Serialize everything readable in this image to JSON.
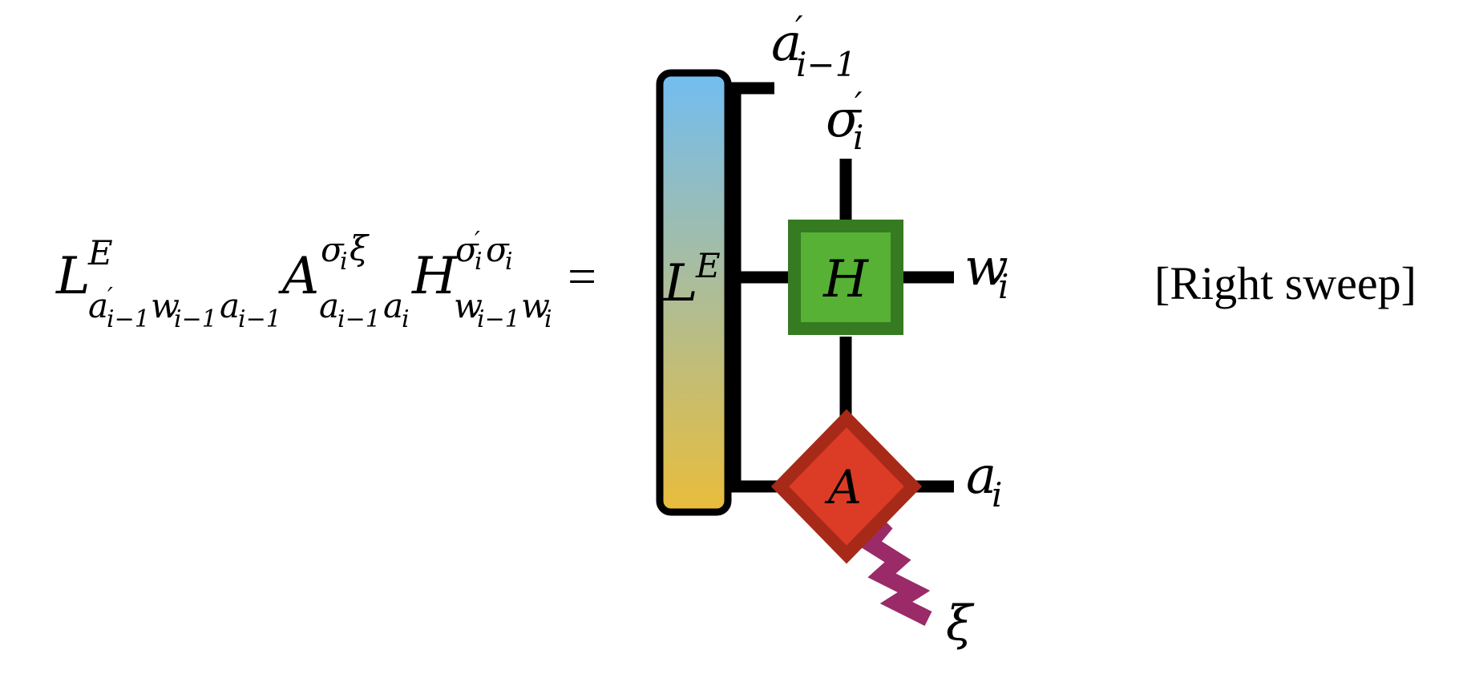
{
  "equation": {
    "lhs": {
      "L": {
        "base": "L",
        "sup": "E",
        "sub_a1": "a",
        "sub_a1_prime": "′",
        "sub_a1_idx": "i−1",
        "sub_w": "w",
        "sub_w_idx": "i−1",
        "sub_a2": "a",
        "sub_a2_idx": "i−1"
      },
      "A": {
        "base": "A",
        "sup_sigma": "σ",
        "sup_sigma_idx": "i",
        "sup_xi": "ξ",
        "sub_a1": "a",
        "sub_a1_idx": "i−1",
        "sub_a2": "a",
        "sub_a2_idx": "i"
      },
      "H": {
        "base": "H",
        "sup_s1": "σ",
        "sup_s1_prime": "′",
        "sup_s1_idx": "i",
        "sup_s2": "σ",
        "sup_s2_idx": "i",
        "sub_w1": "w",
        "sub_w1_idx": "i−1",
        "sub_w2": "w",
        "sub_w2_idx": "i"
      }
    },
    "equals": "="
  },
  "diagram": {
    "left_env": {
      "base": "L",
      "sup": "E"
    },
    "mpo": {
      "label": "H"
    },
    "mps": {
      "label": "A"
    },
    "legs": {
      "a_prev": {
        "base": "a",
        "prime": "′",
        "idx": "i−1"
      },
      "sigma": {
        "base": "σ",
        "prime": "′",
        "idx": "i"
      },
      "w": {
        "base": "w",
        "idx": "i"
      },
      "a": {
        "base": "a",
        "idx": "i"
      },
      "xi": {
        "base": "ξ"
      }
    },
    "colors": {
      "env_top": "#72bdf2",
      "env_bottom": "#e9bd3b",
      "mpo_fill": "#56b135",
      "mpo_border": "#367a22",
      "mps_fill": "#dc3c26",
      "mps_border": "#a72a18",
      "wiggle": "#9a2a68",
      "line": "#000000"
    }
  },
  "tag": "[Right sweep]"
}
